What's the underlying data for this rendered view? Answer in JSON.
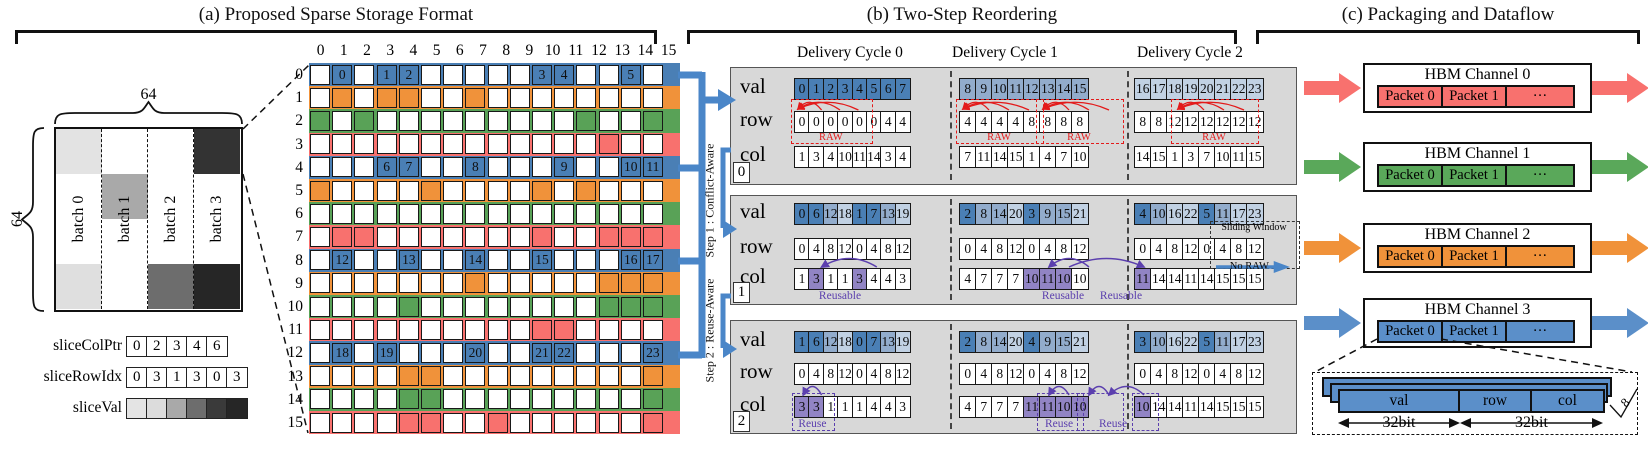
{
  "colors": {
    "bands": {
      "blue": "#4a7fb5",
      "orange": "#f0923a",
      "green": "#59a257",
      "red": "#f8716e"
    },
    "val_shades": [
      "#4a7fb5",
      "#92accc",
      "#c1d1e3"
    ],
    "purple_cell": "#9184c4",
    "purple": "#5b3fae",
    "raw_red": "#e31a1a",
    "no_raw_blue": "#4a86c8",
    "connector_blue": "#4a86c8",
    "block_bg": "#d8d8d8",
    "hbm": [
      "#f8716e",
      "#5aa85a",
      "#f0923a",
      "#5b8fc9"
    ]
  },
  "panel_a": {
    "title": "(a) Proposed Sparse Storage Format",
    "dim_top": "64",
    "dim_left": "64",
    "batch_labels": [
      "batch 0",
      "batch 1",
      "batch 2",
      "batch 3"
    ],
    "shaded_blocks": [
      {
        "col": 0,
        "quarter": 0,
        "shade": "#e3e3e3"
      },
      {
        "col": 3,
        "quarter": 0,
        "shade": "#333333"
      },
      {
        "col": 1,
        "quarter": 1,
        "shade": "#a9a9a9"
      },
      {
        "col": 0,
        "quarter": 3,
        "shade": "#dfdfdf"
      },
      {
        "col": 2,
        "quarter": 3,
        "shade": "#6d6d6d"
      },
      {
        "col": 3,
        "quarter": 3,
        "shade": "#262626"
      }
    ],
    "slice_arrays": [
      {
        "label": "sliceColPtr",
        "values": [
          "0",
          "2",
          "3",
          "4",
          "6"
        ]
      },
      {
        "label": "sliceRowIdx",
        "values": [
          "0",
          "3",
          "1",
          "3",
          "0",
          "3"
        ]
      },
      {
        "label": "sliceVal",
        "values": [],
        "shades": [
          "#e4e4e4",
          "#dcdcdc",
          "#a9a9a9",
          "#6d6d6d",
          "#3a3a3a",
          "#262626"
        ]
      }
    ],
    "col_headers": [
      "0",
      "1",
      "2",
      "3",
      "4",
      "5",
      "6",
      "7",
      "8",
      "9",
      "10",
      "11",
      "12",
      "13",
      "14",
      "15"
    ],
    "row_headers": [
      "0",
      "1",
      "2",
      "3",
      "4",
      "5",
      "6",
      "7",
      "8",
      "9",
      "10",
      "11",
      "12",
      "13",
      "14",
      "15"
    ],
    "grid_rows": [
      {
        "band": "blue",
        "numbered": [
          {
            "c": 1,
            "n": "0"
          },
          {
            "c": 3,
            "n": "1"
          },
          {
            "c": 4,
            "n": "2"
          },
          {
            "c": 10,
            "n": "3"
          },
          {
            "c": 11,
            "n": "4"
          },
          {
            "c": 14,
            "n": "5"
          }
        ]
      },
      {
        "band": "orange",
        "filled": [
          1,
          3,
          4,
          7
        ]
      },
      {
        "band": "green",
        "filled": [
          0,
          2,
          12,
          15
        ]
      },
      {
        "band": "red",
        "filled": [
          13
        ]
      },
      {
        "band": "blue",
        "numbered": [
          {
            "c": 3,
            "n": "6"
          },
          {
            "c": 4,
            "n": "7"
          },
          {
            "c": 7,
            "n": "8"
          },
          {
            "c": 11,
            "n": "9"
          },
          {
            "c": 14,
            "n": "10"
          },
          {
            "c": 15,
            "n": "11"
          }
        ]
      },
      {
        "band": "orange",
        "filled": [
          0,
          5,
          10,
          12
        ]
      },
      {
        "band": "green",
        "filled": []
      },
      {
        "band": "red",
        "filled": [
          1,
          2,
          10,
          13,
          14,
          15
        ]
      },
      {
        "band": "blue",
        "numbered": [
          {
            "c": 1,
            "n": "12"
          },
          {
            "c": 4,
            "n": "13"
          },
          {
            "c": 7,
            "n": "14"
          },
          {
            "c": 10,
            "n": "15"
          },
          {
            "c": 14,
            "n": "16"
          },
          {
            "c": 15,
            "n": "17"
          }
        ]
      },
      {
        "band": "orange",
        "filled": [
          7,
          13,
          14,
          15
        ]
      },
      {
        "band": "green",
        "filled": [
          4,
          13,
          14,
          15
        ]
      },
      {
        "band": "red",
        "filled": [
          10,
          11
        ]
      },
      {
        "band": "blue",
        "numbered": [
          {
            "c": 1,
            "n": "18"
          },
          {
            "c": 3,
            "n": "19"
          },
          {
            "c": 7,
            "n": "20"
          },
          {
            "c": 10,
            "n": "21"
          },
          {
            "c": 11,
            "n": "22"
          },
          {
            "c": 15,
            "n": "23"
          }
        ]
      },
      {
        "band": "orange",
        "filled": [
          4,
          5,
          15
        ]
      },
      {
        "band": "green",
        "filled": [
          4,
          5,
          15
        ]
      },
      {
        "band": "red",
        "filled": [
          4,
          5,
          8,
          15
        ]
      }
    ]
  },
  "panel_b": {
    "title": "(b) Two-Step Reordering",
    "cycle_headers": [
      "Delivery Cycle 0",
      "Delivery Cycle 1",
      "Delivery Cycle 2"
    ],
    "row_labels": [
      "val",
      "row",
      "col"
    ],
    "step_labels": [
      "Step 1 : Conflict-Aware",
      "Step 2 : Reuse-Aware"
    ],
    "raw_label": "RAW",
    "sliding_window_label": "Sliding Window",
    "no_raw_label": "No RAW",
    "blocks": [
      {
        "id": "0",
        "cycles": [
          {
            "val": [
              0,
              1,
              2,
              3,
              4,
              5,
              6,
              7
            ],
            "row": [
              0,
              0,
              0,
              0,
              0,
              0,
              4,
              4
            ],
            "col": [
              1,
              3,
              4,
              10,
              11,
              14,
              3,
              4
            ]
          },
          {
            "val": [
              8,
              9,
              10,
              11,
              12,
              13,
              14,
              15
            ],
            "row": [
              4,
              4,
              4,
              4,
              8,
              8,
              8,
              8
            ],
            "col": [
              7,
              11,
              14,
              15,
              1,
              4,
              7,
              10
            ]
          },
          {
            "val": [
              16,
              17,
              18,
              19,
              20,
              21,
              22,
              23
            ],
            "row": [
              8,
              8,
              12,
              12,
              12,
              12,
              12,
              12
            ],
            "col": [
              14,
              15,
              1,
              3,
              7,
              10,
              11,
              15
            ]
          }
        ],
        "raw": [
          {
            "c": 0,
            "s": 0
          },
          {
            "c": 1,
            "s": 0
          },
          {
            "c": 1,
            "s": 4
          },
          {
            "c": 2,
            "s": 2
          }
        ]
      },
      {
        "id": "1",
        "cycles": [
          {
            "val": [
              0,
              6,
              12,
              18,
              1,
              7,
              13,
              19
            ],
            "row": [
              0,
              4,
              8,
              12,
              0,
              4,
              8,
              12
            ],
            "col": [
              1,
              3,
              1,
              1,
              3,
              4,
              4,
              3
            ]
          },
          {
            "val": [
              2,
              8,
              14,
              20,
              3,
              9,
              15,
              21
            ],
            "row": [
              0,
              4,
              8,
              12,
              0,
              4,
              8,
              12
            ],
            "col": [
              4,
              7,
              7,
              7,
              10,
              11,
              10,
              10
            ]
          },
          {
            "val": [
              4,
              10,
              16,
              22,
              5,
              11,
              17,
              23
            ],
            "row": [
              0,
              4,
              8,
              12,
              0,
              4,
              8,
              12
            ],
            "col": [
              11,
              14,
              14,
              11,
              14,
              15,
              15,
              15
            ]
          }
        ],
        "purple": [
          {
            "c": 0,
            "i": 1
          },
          {
            "c": 0,
            "i": 4
          },
          {
            "c": 1,
            "i": 4
          },
          {
            "c": 1,
            "i": 5
          },
          {
            "c": 1,
            "i": 6
          },
          {
            "c": 2,
            "i": 0
          }
        ],
        "arcs": [
          {
            "c1": 0,
            "i1": 4,
            "c2": 0,
            "i2": 1
          },
          {
            "c1": 1,
            "i1": 6,
            "c2": 1,
            "i2": 4
          },
          {
            "c1": 1,
            "i1": 5,
            "c2": 2,
            "i2": 0
          }
        ],
        "labels": [
          {
            "t": "Reusable",
            "c": 0,
            "x": 2.5
          },
          {
            "t": "Reusable",
            "c": 1,
            "x": 5.2
          },
          {
            "t": "Reusable",
            "c": 1,
            "x": 8.1
          }
        ],
        "window": {
          "c": 2,
          "s": 4,
          "len": 4
        }
      },
      {
        "id": "2",
        "cycles": [
          {
            "val": [
              1,
              6,
              12,
              18,
              0,
              7,
              13,
              19
            ],
            "row": [
              0,
              4,
              8,
              12,
              0,
              4,
              8,
              12
            ],
            "col": [
              3,
              3,
              1,
              1,
              1,
              4,
              4,
              3
            ]
          },
          {
            "val": [
              2,
              8,
              14,
              20,
              4,
              9,
              15,
              21
            ],
            "row": [
              0,
              4,
              8,
              12,
              0,
              4,
              8,
              12
            ],
            "col": [
              4,
              7,
              7,
              7,
              11,
              11,
              10,
              10
            ]
          },
          {
            "val": [
              3,
              10,
              16,
              22,
              5,
              11,
              17,
              23
            ],
            "row": [
              0,
              4,
              8,
              12,
              0,
              4,
              8,
              12
            ],
            "col": [
              10,
              14,
              14,
              11,
              14,
              15,
              15,
              15
            ]
          }
        ],
        "purple": [
          {
            "c": 0,
            "i": 0
          },
          {
            "c": 0,
            "i": 1
          },
          {
            "c": 1,
            "i": 4
          },
          {
            "c": 1,
            "i": 5
          },
          {
            "c": 1,
            "i": 6
          },
          {
            "c": 1,
            "i": 7
          },
          {
            "c": 2,
            "i": 0
          }
        ],
        "arcs": [
          {
            "c1": 0,
            "i1": 1,
            "c2": 0,
            "i2": 0
          },
          {
            "c1": 1,
            "i1": 5,
            "c2": 1,
            "i2": 4
          },
          {
            "c1": 1,
            "i1": 7,
            "c2": 1,
            "i2": 6
          },
          {
            "c1": 2,
            "i1": 0,
            "c2": 1,
            "i2": 7
          }
        ],
        "labels": [
          {
            "t": "Reuse",
            "c": 0,
            "x": 1
          },
          {
            "t": "Reuse",
            "c": 1,
            "x": 5
          },
          {
            "t": "Reuse",
            "c": 1,
            "x": 7.7
          }
        ],
        "boxes": [
          {
            "c": 0,
            "s": 0,
            "len": 2
          },
          {
            "c": 1,
            "s": 4,
            "len": 2
          },
          {
            "c": 1,
            "s": 6,
            "len": 2
          },
          {
            "c": 2,
            "s": 0,
            "len": 1
          }
        ]
      }
    ]
  },
  "panel_c": {
    "title": "(c) Packaging and Dataflow",
    "channels": [
      {
        "name": "HBM Channel 0",
        "color": "#f8716e"
      },
      {
        "name": "HBM Channel 1",
        "color": "#5aa85a"
      },
      {
        "name": "HBM Channel 2",
        "color": "#f0923a"
      },
      {
        "name": "HBM Channel 3",
        "color": "#5b8fc9"
      }
    ],
    "packet_labels": [
      "Packet 0",
      "Packet 1",
      "···"
    ],
    "detail": {
      "segments": [
        "val",
        "row",
        "col"
      ],
      "width_labels": [
        "32bit",
        "32bit"
      ],
      "depth_label": "8"
    }
  }
}
